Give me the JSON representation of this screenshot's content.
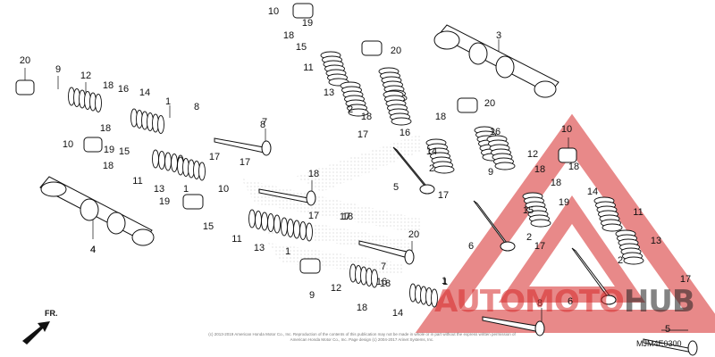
{
  "diagram_code": "MJM4E0300",
  "copyright": "(c) 2013-2019 American Honda Motor Co., Inc. Reproduction of the contents of this publication may not be made in whole or in part without the express written permission of American Honda Motor Co., Inc. Page design (c) 2004-2017 Arinet Systems, Inc.",
  "direction_label": "FR.",
  "watermark": {
    "part1": "AUTO",
    "part2": "MOTO",
    "part3": "HUB"
  },
  "colors": {
    "watermark_red": "#d62828",
    "watermark_dark": "#1e1e1e",
    "honda_wing": "#d8d8d8",
    "line": "#111111"
  },
  "callouts": [
    "20",
    "9",
    "12",
    "18",
    "16",
    "14",
    "1",
    "18",
    "10",
    "19",
    "18",
    "15",
    "11",
    "13",
    "1",
    "17",
    "8",
    "17",
    "7",
    "18",
    "10",
    "19",
    "15",
    "11",
    "13",
    "1",
    "17",
    "18",
    "7",
    "20",
    "9",
    "12",
    "18",
    "16",
    "14",
    "1",
    "17",
    "8",
    "4",
    "10",
    "19",
    "18",
    "15",
    "20",
    "11",
    "13",
    "2",
    "18",
    "18",
    "17",
    "16",
    "14",
    "2",
    "5",
    "17",
    "3",
    "20",
    "10",
    "12",
    "18",
    "16",
    "9",
    "18",
    "19",
    "14",
    "15",
    "2",
    "11",
    "17",
    "6",
    "13",
    "2",
    "17",
    "6",
    "5",
    "8",
    "1",
    "18",
    "18",
    "4"
  ]
}
